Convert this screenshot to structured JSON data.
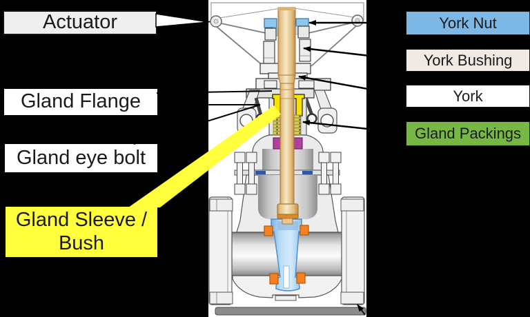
{
  "scene": {
    "background": "#000000",
    "panel_color": "#FFFFFF"
  },
  "left_callouts": [
    {
      "label": "Actuator",
      "bg": "#EFEFEF"
    },
    {
      "label": "Gland Flange",
      "bg": "#FFFFFF"
    },
    {
      "label": "Gland eye bolt",
      "bg": "#FFFFFF"
    },
    {
      "label": "Gland Sleeve / Bush",
      "bg": "#FFFF3D"
    }
  ],
  "right_labels": [
    {
      "label": "York Nut",
      "bg": "#7CB7E6"
    },
    {
      "label": "York Bushing",
      "bg": "#EFEAE3"
    },
    {
      "label": "York",
      "bg": "#FFFFFF"
    },
    {
      "label": "Gland Packings",
      "bg": "#76B843"
    }
  ],
  "diagram_part_colors": {
    "stem": "#F0D9A6",
    "york_nut_highlight": "#8FC7EF",
    "gland_sleeve": "#F6E205",
    "gland_packings": "#D5CB58",
    "backseat_bushing": "#B13F9E",
    "bonnet_gasket": "#2F55A4",
    "gate_wedge": "#AFD8F4",
    "seat_rings": "#F58220",
    "body_metal": "#EFEFEF",
    "callout_highlight_yellow": "#FFFF3D"
  }
}
